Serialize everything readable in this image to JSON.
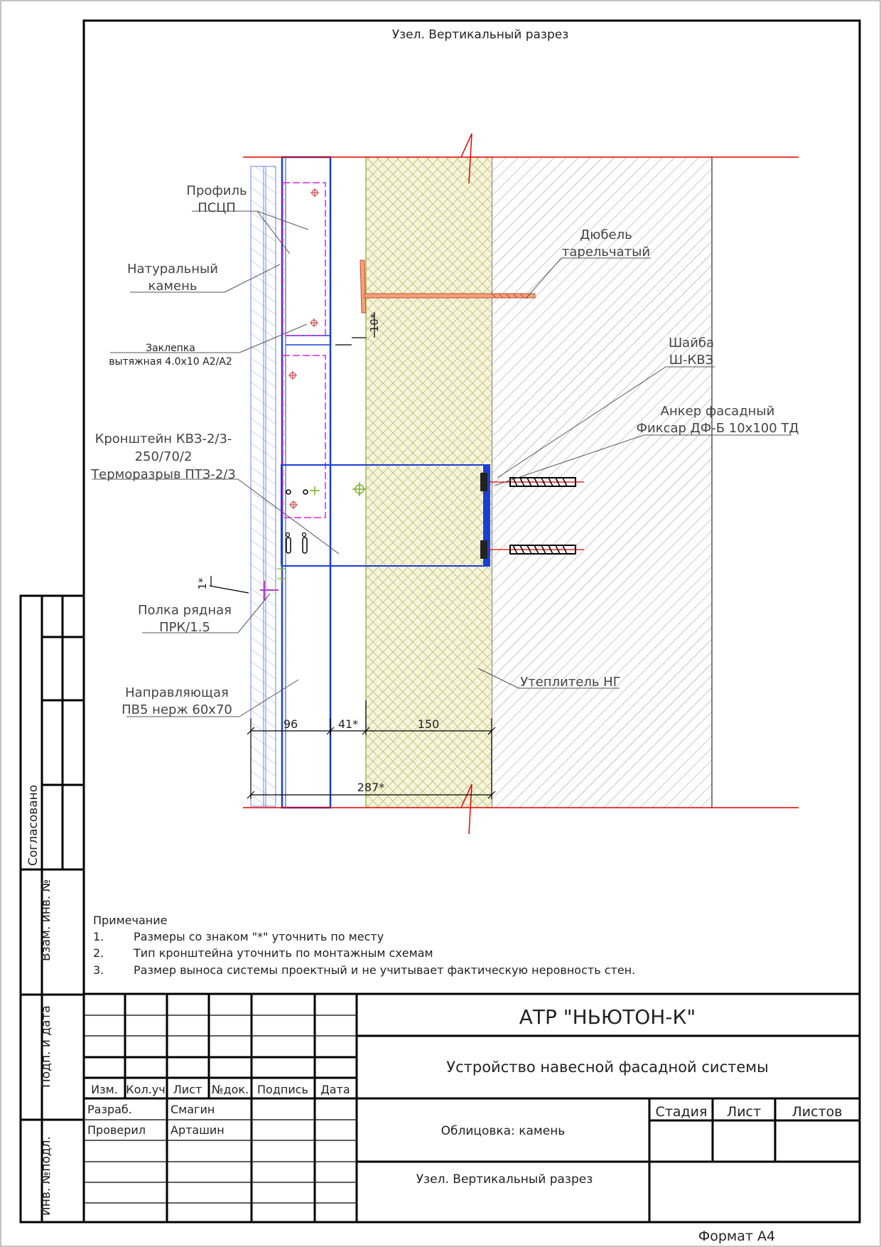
{
  "sheet": {
    "title": "Узел. Вертикальный разрез",
    "format": "Формат А4"
  },
  "side_stamp": {
    "agreed": "Согласовано",
    "replaced_inv": "Взам. инв. №",
    "sign_date": "Подп. и дата",
    "orig_inv": "Инв. №подл."
  },
  "callouts": {
    "profile": [
      "Профиль",
      "ПСЦП"
    ],
    "stone": [
      "Натуральный",
      "камень"
    ],
    "rivet": [
      "Заклепка",
      "вытяжная 4.0х10 А2/А2"
    ],
    "bracket": [
      "Кронштейн КВЗ-2/3-",
      "250/70/2",
      "Терморазрыв ПТЗ-2/3"
    ],
    "shelf": [
      "Полка рядная",
      "ПРК/1.5"
    ],
    "guide": [
      "Направляющая",
      "ПВ5 нерж 60х70"
    ],
    "dowel": [
      "Дюбель",
      "тарельчатый"
    ],
    "washer": [
      "Шайба",
      "Ш-КВЗ"
    ],
    "anchor": [
      "Анкер фасадный",
      "Фиксар ДФ-Б 10х100 ТД"
    ],
    "insulation": "Утеплитель НГ"
  },
  "dimensions": {
    "d96": "96",
    "d41": "41*",
    "d150": "150",
    "d287": "287*",
    "d10": "10*",
    "d1": "1*"
  },
  "notes": {
    "heading": "Примечание",
    "items": [
      {
        "num": "1.",
        "text": "Размеры со знаком \"*\" уточнить по месту"
      },
      {
        "num": "2.",
        "text": "Тип кронштейна уточнить по монтажным схемам"
      },
      {
        "num": "3.",
        "text": "Размер выноса системы проектный и не учитывает фактическую неровность стен."
      }
    ]
  },
  "title_block": {
    "company": "АТР \"НЬЮТОН-К\"",
    "project": "Устройство навесной фасадной системы",
    "sheet_name": "Облицовка: камень",
    "drawing_name": "Узел. Вертикальный разрез",
    "headers": [
      "Изм.",
      "Кол.уч",
      "Лист",
      "№док.",
      "Подпись",
      "Дата"
    ],
    "developed_label": "Разраб.",
    "developed_name": "Смагин",
    "checked_label": "Проверил",
    "checked_name": "Арташин",
    "stage": "Стадия",
    "sheet": "Лист",
    "sheets": "Листов"
  },
  "colors": {
    "frame": "#000000",
    "cut_line": "#e00000",
    "structure_blue": "#1a3fd6",
    "profile_magenta": "#e020e0",
    "insulation_green": "#a8b850",
    "leader": "#555555"
  }
}
